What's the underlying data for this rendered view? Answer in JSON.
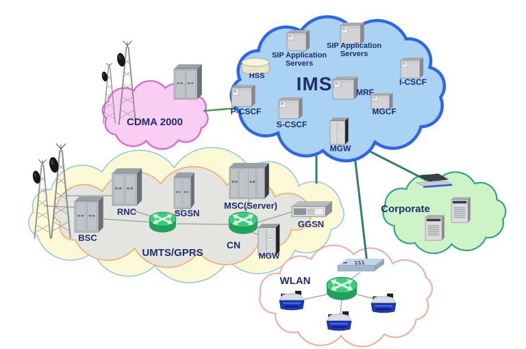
{
  "clouds": {
    "cdma": {
      "label": "CDMA 2000",
      "fill": "#FACDF3",
      "border": "#E160CB"
    },
    "ims": {
      "label": "IMS",
      "fill": "#A9D2F3",
      "border": "#2B66EC"
    },
    "umts_gprs": {
      "label": "UMTS/GPRS",
      "fill": "#FCF9D7",
      "border": "#8FCBD9"
    },
    "cn": {
      "label": "CN",
      "fill": "#E4E4E1",
      "border": "#F2A96E"
    },
    "corporate": {
      "label": "Corporate",
      "fill": "#CDF3C6",
      "border": "#2FA38B"
    },
    "wlan": {
      "label": "WLAN",
      "fill": "#FFFFFF",
      "border": "#F2A8A0"
    }
  },
  "nodes": {
    "hss": "HSS",
    "sip_app_servers_1": "SIP Application Servers",
    "sip_app_servers_2": "SIP Application Servers",
    "i_cscf": "I-CSCF",
    "p_cscf": "P-CSCF",
    "s_cscf": "S-CSCF",
    "mrf": "MRF",
    "mgcf": "MGCF",
    "mgw_ims": "MGW",
    "bsc": "BSC",
    "rnc": "RNC",
    "sgsn": "SGSN",
    "msc_server": "MSC(Server)",
    "ggsn": "GGSN",
    "mgw_umts": "MGW"
  },
  "links": [
    {
      "from": "CDMA 2000",
      "to": "IMS (P-CSCF)",
      "style": "green"
    },
    {
      "from": "IMS",
      "to": "UMTS/GPRS (GGSN)",
      "style": "teal"
    },
    {
      "from": "IMS",
      "to": "WLAN",
      "style": "teal"
    },
    {
      "from": "IMS",
      "to": "Corporate",
      "style": "teal"
    }
  ],
  "colors": {
    "label_text": "#1F2C6E",
    "link_green": "#3AA04F",
    "link_teal": "#2E7D74",
    "internal_link_gray": "#9A9A9A",
    "router_green": "#3ECB7C",
    "ap_blue": "#1B36B8"
  }
}
